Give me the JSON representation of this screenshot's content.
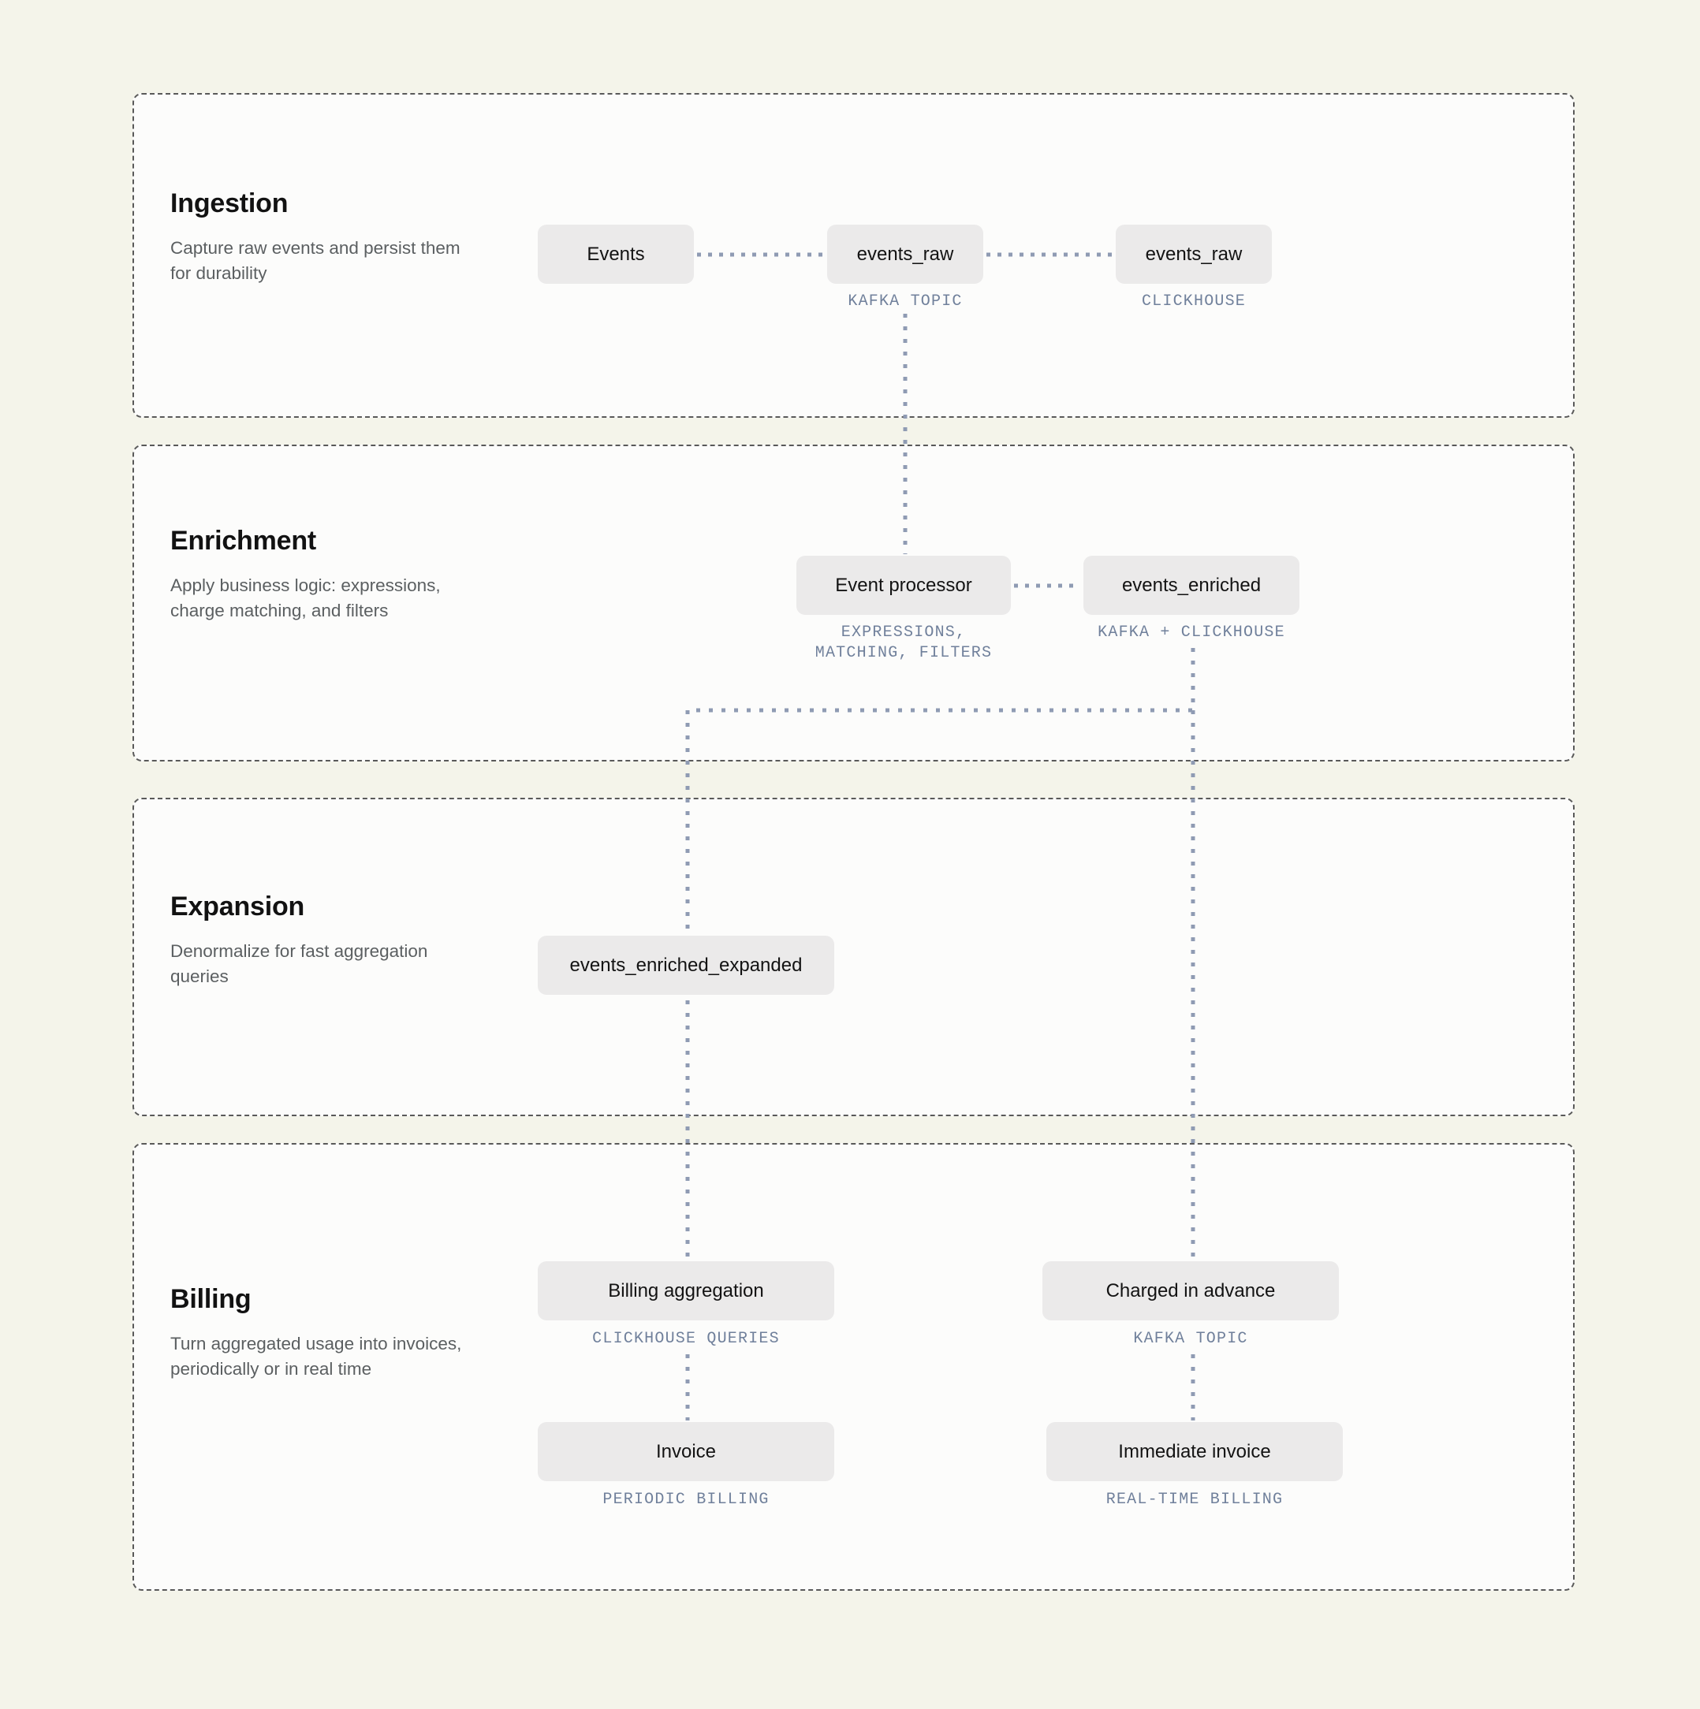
{
  "palette": {
    "page_background": "#f4f4ea",
    "panel_background": "#fcfcfb",
    "panel_border": "#595959",
    "node_fill": "#ebeaea",
    "node_text": "#131313",
    "caption_text": "#70809b",
    "stage_title": "#121212",
    "stage_desc": "#5b5f61",
    "edge": "#8f9bb3"
  },
  "stages": [
    {
      "id": "ingestion",
      "title": "Ingestion",
      "description": "Capture raw events and persist them for durability"
    },
    {
      "id": "enrichment",
      "title": "Enrichment",
      "description": "Apply business logic: expressions, charge matching, and filters"
    },
    {
      "id": "expansion",
      "title": "Expansion",
      "description": "Denormalize for fast aggregation queries"
    },
    {
      "id": "billing",
      "title": "Billing",
      "description": "Turn aggregated usage into invoices, periodically or in real time"
    }
  ],
  "nodes": {
    "events": {
      "label": "Events",
      "caption": ""
    },
    "events_raw_kafka": {
      "label": "events_raw",
      "caption": "KAFKA TOPIC"
    },
    "events_raw_clickhouse": {
      "label": "events_raw",
      "caption": "CLICKHOUSE"
    },
    "event_processor": {
      "label": "Event processor",
      "caption": "EXPRESSIONS,\nMATCHING, FILTERS"
    },
    "events_enriched": {
      "label": "events_enriched",
      "caption": "KAFKA + CLICKHOUSE"
    },
    "events_enriched_expanded": {
      "label": "events_enriched_expanded",
      "caption": ""
    },
    "billing_aggregation": {
      "label": "Billing aggregation",
      "caption": "CLICKHOUSE QUERIES"
    },
    "charged_in_advance": {
      "label": "Charged in advance",
      "caption": "KAFKA TOPIC"
    },
    "invoice": {
      "label": "Invoice",
      "caption": "PERIODIC BILLING"
    },
    "immediate_invoice": {
      "label": "Immediate invoice",
      "caption": "REAL-TIME BILLING"
    }
  },
  "edges": [
    {
      "from": "events",
      "to": "events_raw_kafka",
      "style": "dotted-horizontal"
    },
    {
      "from": "events_raw_kafka",
      "to": "events_raw_clickhouse",
      "style": "dotted-horizontal"
    },
    {
      "from": "events_raw_kafka",
      "to": "event_processor",
      "style": "dotted-vertical"
    },
    {
      "from": "event_processor",
      "to": "events_enriched",
      "style": "dotted-horizontal"
    },
    {
      "from": "events_enriched",
      "to": "events_enriched_expanded",
      "style": "dotted-elbow"
    },
    {
      "from": "events_enriched",
      "to": "charged_in_advance",
      "style": "dotted-vertical"
    },
    {
      "from": "events_enriched_expanded",
      "to": "billing_aggregation",
      "style": "dotted-vertical"
    },
    {
      "from": "billing_aggregation",
      "to": "invoice",
      "style": "dotted-vertical"
    },
    {
      "from": "charged_in_advance",
      "to": "immediate_invoice",
      "style": "dotted-vertical"
    }
  ]
}
